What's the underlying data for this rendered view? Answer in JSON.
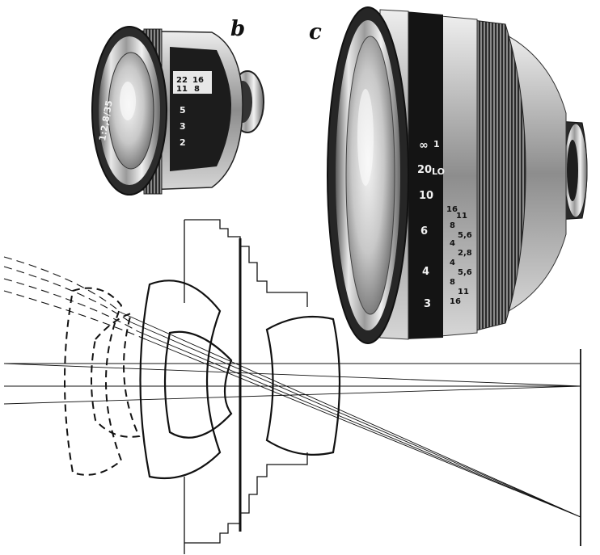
{
  "figure": {
    "labels": {
      "b": "b",
      "c": "c"
    },
    "lens_b": {
      "aperture_scale": [
        "22",
        "16",
        "11",
        "8"
      ],
      "focus_scale": [
        "5",
        "3",
        "2"
      ],
      "front_engraving": "1:2,8/35"
    },
    "lens_c": {
      "distance_scale": [
        "∞",
        "20",
        "10",
        "6",
        "4",
        "3"
      ],
      "distance_scale_lo": [
        "1",
        "LO"
      ],
      "dof_scale": [
        "16",
        "11",
        "8",
        "5,6",
        "4",
        "2,8",
        "4",
        "5,6",
        "8",
        "11",
        "16"
      ]
    },
    "colors": {
      "ink": "#111111",
      "paper": "#ffffff",
      "chrome": "#b9b9b9"
    }
  }
}
